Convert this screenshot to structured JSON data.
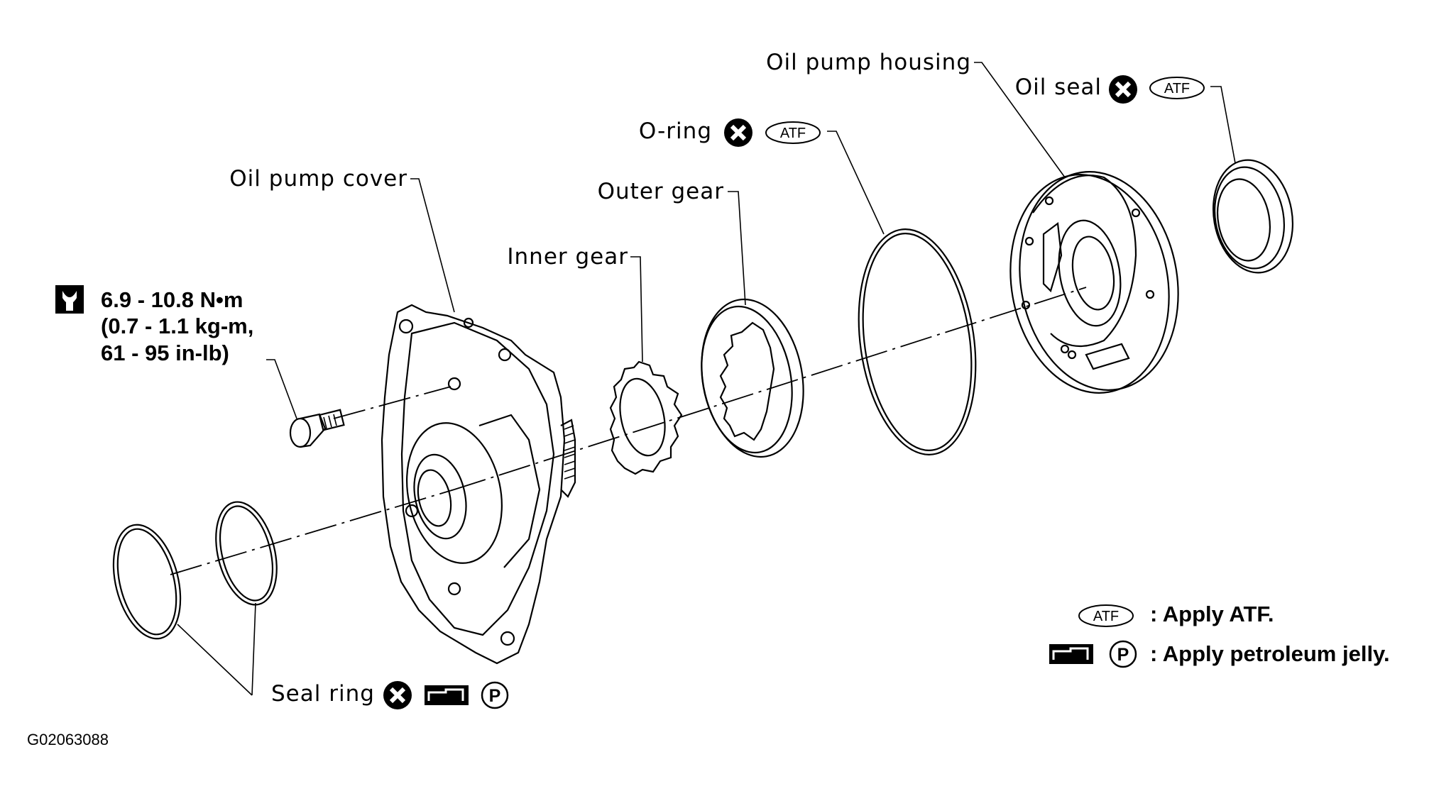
{
  "labels": {
    "oil_pump_housing": "Oil pump housing",
    "oil_seal": "Oil seal",
    "o_ring": "O-ring",
    "oil_pump_cover": "Oil pump cover",
    "outer_gear": "Outer gear",
    "inner_gear": "Inner gear",
    "seal_ring": "Seal ring"
  },
  "torque": {
    "line1": "6.9 - 10.8 N•m",
    "line2": "(0.7 - 1.1 kg-m,",
    "line3": "61 - 95 in-lb)"
  },
  "symbols": {
    "atf": "ATF",
    "petroleum": "P"
  },
  "legend": {
    "atf_text": ": Apply ATF.",
    "jelly_text": ": Apply petroleum jelly."
  },
  "figure_id": "G02063088"
}
